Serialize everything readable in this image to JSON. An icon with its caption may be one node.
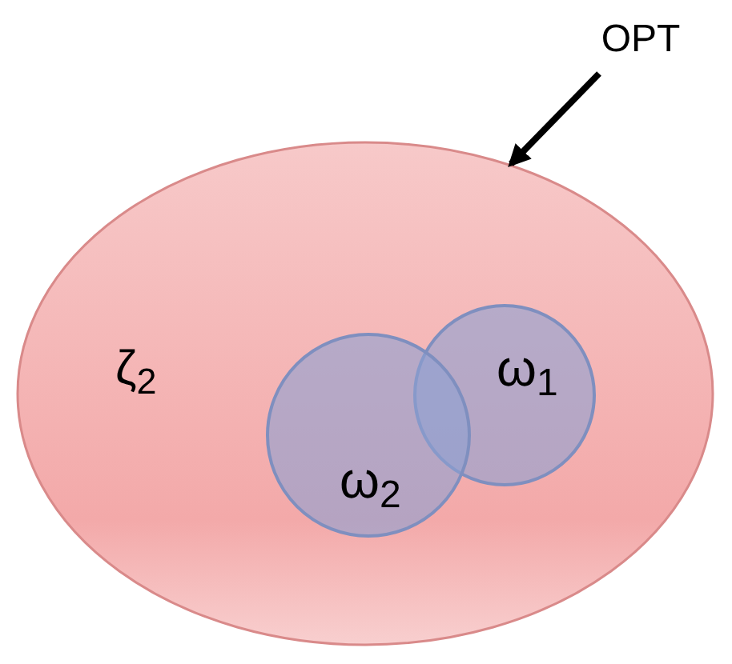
{
  "diagram": {
    "nodes": [
      {
        "text": [
          "OPT"
        ]
      },
      {
        "text": [
          "ζ$_{2}$"
        ]
      },
      {
        "text": [
          "ω$_{1}$"
        ],
        "in": 1
      },
      {
        "text": [
          "ω$_{2}$"
        ],
        "in": 1
      }
    ],
    "edges": [
      {
        "from": 0,
        "to": 1,
        "arrow": "to"
      }
    ]
  }
}
